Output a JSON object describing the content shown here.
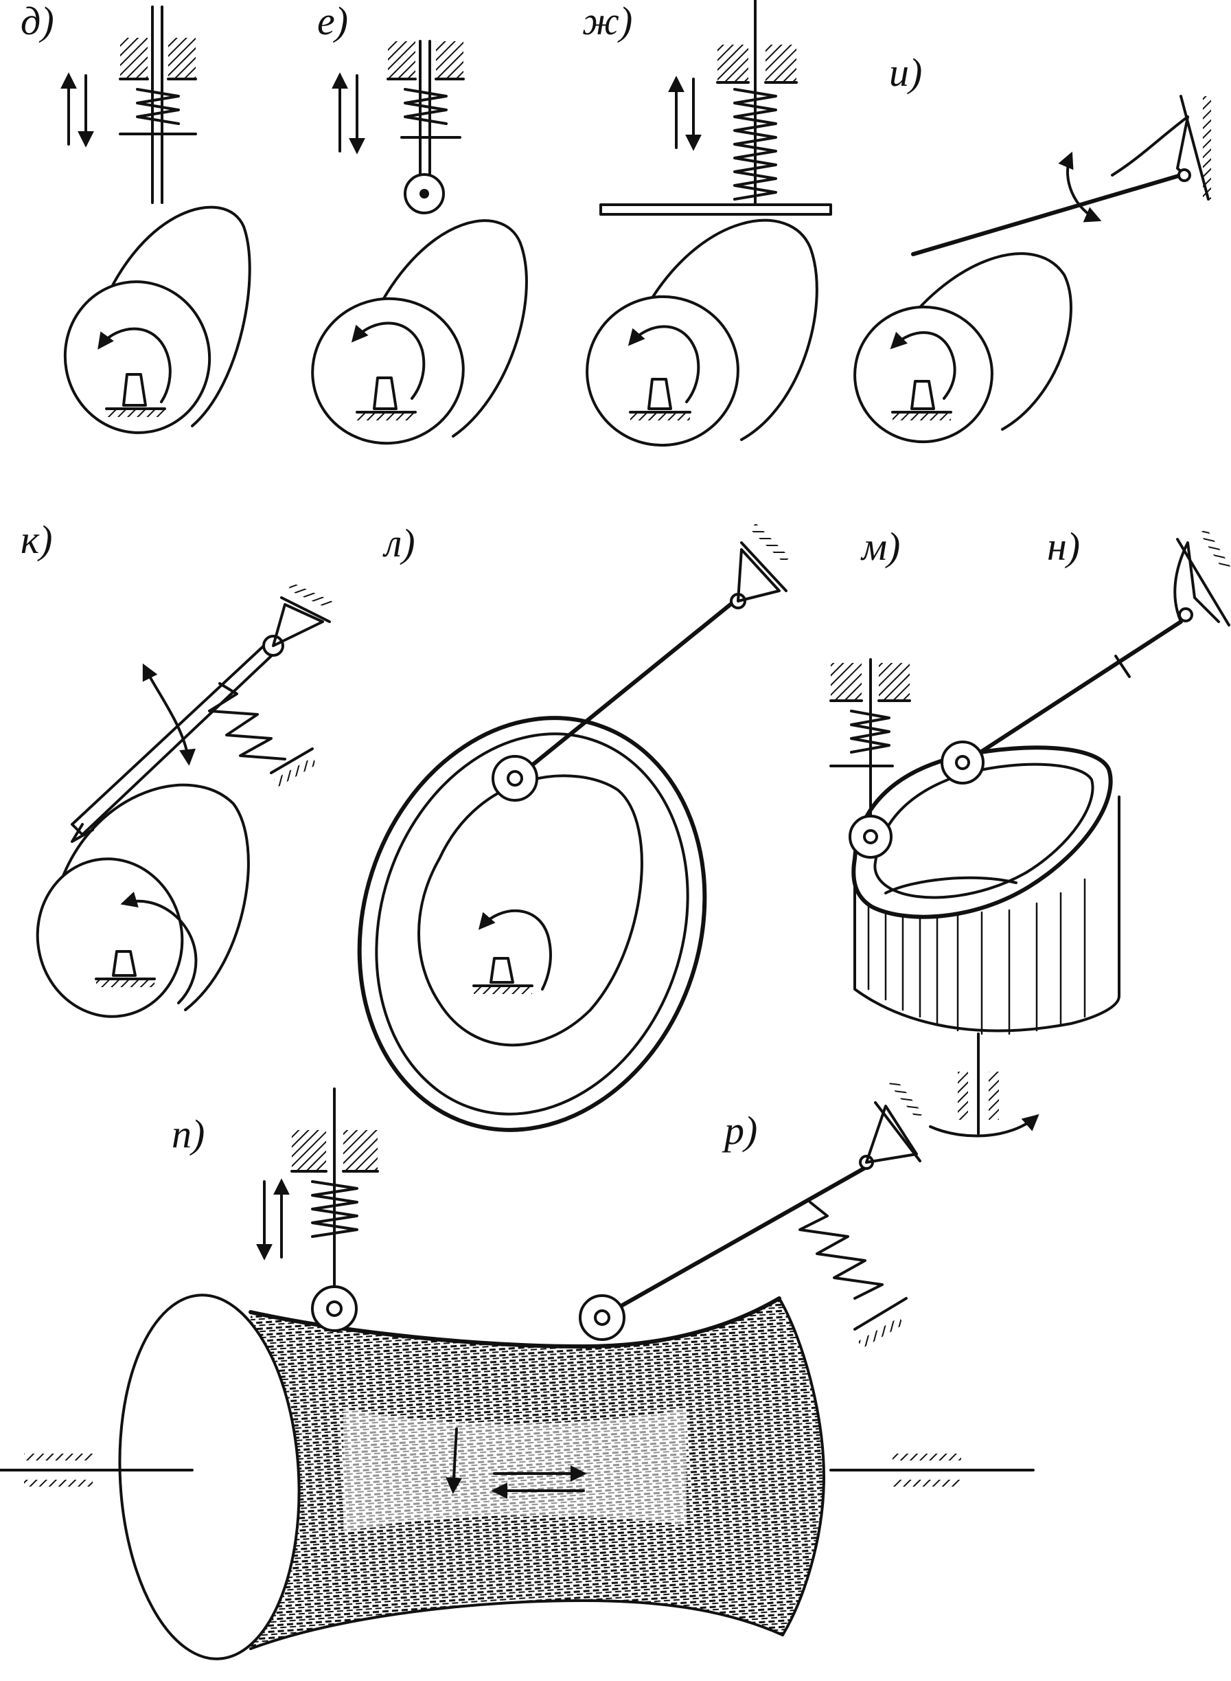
{
  "figure": {
    "background": "#ffffff",
    "ink": "#111111",
    "labels": {
      "d": "д)",
      "e": "е)",
      "zh": "ж)",
      "i": "и)",
      "k": "к)",
      "l": "л)",
      "m": "м)",
      "n": "н)",
      "p": "п)",
      "r": "р)"
    }
  }
}
